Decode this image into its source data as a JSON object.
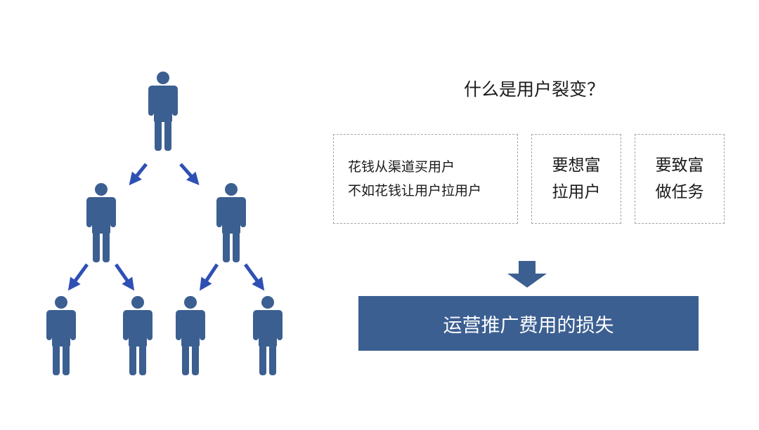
{
  "colors": {
    "person": "#3c5f91",
    "arrow": "#2e50b5",
    "box_border": "#a6a6a6",
    "result_bg": "#3c5f91"
  },
  "icons": {
    "person": "person-icon",
    "arrow": "arrow-icon",
    "down_arrow": "down-arrow-icon"
  },
  "title": "什么是用户裂变？",
  "boxes": [
    {
      "lines": [
        "花钱从渠道买用户",
        "不如花钱让用户拉用户"
      ]
    },
    {
      "lines": [
        "要想富",
        "拉用户"
      ]
    },
    {
      "lines": [
        "要致富",
        "做任务"
      ]
    }
  ],
  "result": "运营推广费用的损失"
}
